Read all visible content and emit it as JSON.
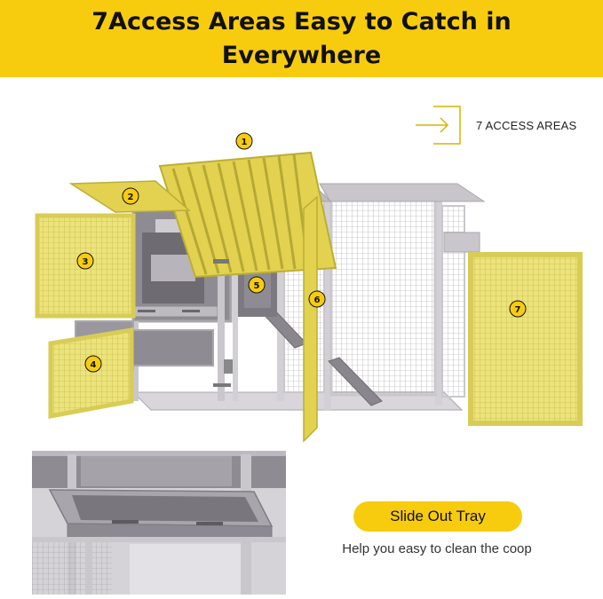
{
  "header": {
    "title_line1": "7Access Areas Easy to Catch in",
    "title_line2": "Everywhere"
  },
  "legend": {
    "text": "7 ACCESS AREAS",
    "icon": "enter-arrow-icon"
  },
  "access_areas": [
    {
      "number": "1",
      "part": "roof panel"
    },
    {
      "number": "2",
      "part": "nesting box lid"
    },
    {
      "number": "3",
      "part": "side door"
    },
    {
      "number": "4",
      "part": "lower side door"
    },
    {
      "number": "5",
      "part": "inner door"
    },
    {
      "number": "6",
      "part": "run door"
    },
    {
      "number": "7",
      "part": "end door"
    }
  ],
  "feature": {
    "title": "Slide Out Tray",
    "description": "Help you easy to clean the coop"
  },
  "colors": {
    "brand_yellow": "#f8cc0e",
    "panel_yellow": "#e7dc6a",
    "wood_gray": "#a6a3a9",
    "frame_light": "#cfcdd1"
  }
}
